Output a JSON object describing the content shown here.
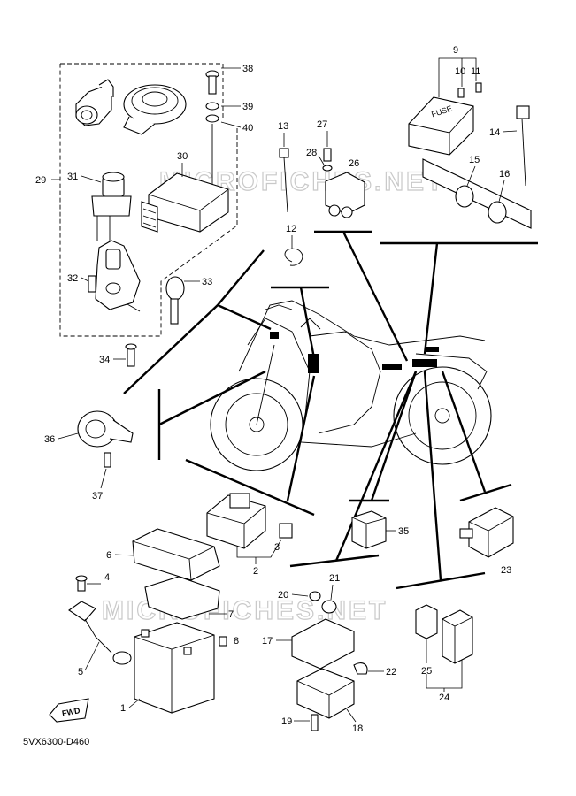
{
  "diagram": {
    "code": "5VX6300-D460",
    "watermarks": [
      "MICROFICHES.NET",
      "MICROFICHES.NET"
    ],
    "fwd_label": "FWD",
    "fuse_label": "FUSE",
    "callouts": [
      "1",
      "2",
      "3",
      "4",
      "5",
      "6",
      "7",
      "8",
      "9",
      "10",
      "11",
      "12",
      "13",
      "14",
      "15",
      "16",
      "17",
      "18",
      "19",
      "20",
      "21",
      "22",
      "23",
      "24",
      "25",
      "26",
      "27",
      "28",
      "29",
      "30",
      "31",
      "32",
      "33",
      "34",
      "35",
      "36",
      "37",
      "38",
      "39",
      "40"
    ]
  }
}
